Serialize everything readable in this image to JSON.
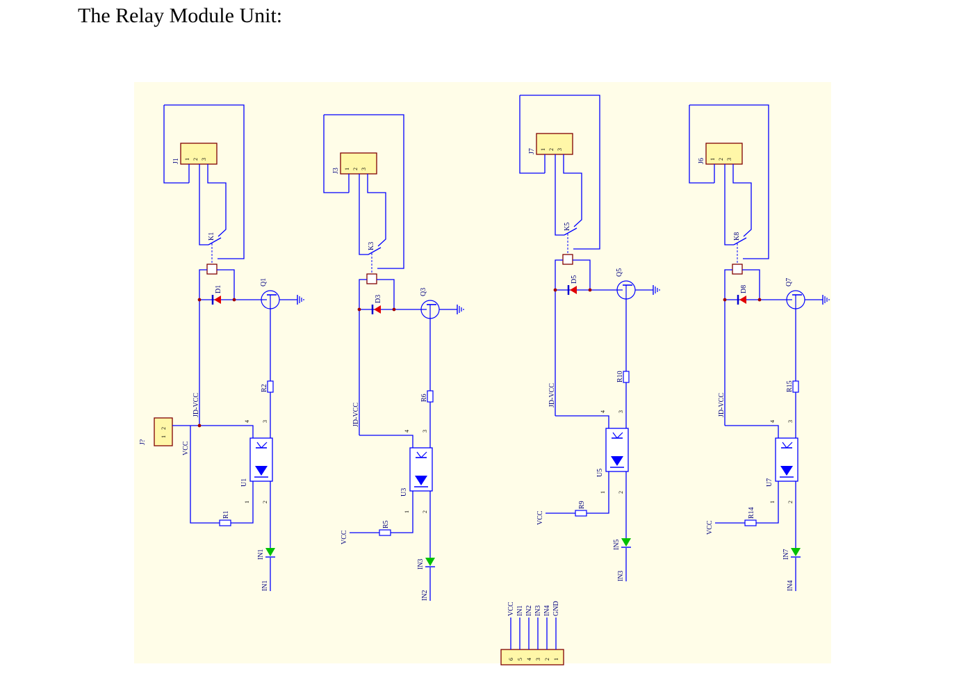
{
  "document": {
    "title": "The Relay Module Unit:"
  },
  "colors": {
    "background": "#ffffff",
    "panel": "#fffde8",
    "wire": "#0000ff",
    "connector_fill": "#fff7a8",
    "connector_border": "#7f0000",
    "junction": "#a00000",
    "diode_blue": "#0000d0",
    "diode_red": "#e00000",
    "led_green": "#00c000",
    "label": "#00007f"
  },
  "schematic": {
    "power_connector": {
      "ref": "J?",
      "pins": [
        "1",
        "2"
      ]
    },
    "channels": [
      {
        "connector": "J1",
        "connector_pins": [
          "1",
          "2",
          "3"
        ],
        "relay": "K1",
        "diode": "D1",
        "transistor": "Q1",
        "base_resistor": "R2",
        "optocoupler": "U1",
        "led_resistor": "R1",
        "indicator": "IN1",
        "input": "IN1",
        "supply_net": "JD-VCC",
        "led_supply": "VCC",
        "opto_pins": [
          "4",
          "3",
          "1",
          "2"
        ]
      },
      {
        "connector": "J3",
        "connector_pins": [
          "1",
          "2",
          "3"
        ],
        "relay": "K3",
        "diode": "D3",
        "transistor": "Q3",
        "base_resistor": "R6",
        "optocoupler": "U3",
        "led_resistor": "R5",
        "indicator": "IN3",
        "input": "IN2",
        "supply_net": "JD-VCC",
        "led_supply": "VCC",
        "opto_pins": [
          "4",
          "3",
          "1",
          "2"
        ]
      },
      {
        "connector": "J7",
        "connector_pins": [
          "1",
          "2",
          "3"
        ],
        "relay": "K5",
        "diode": "D5",
        "transistor": "Q5",
        "base_resistor": "R10",
        "optocoupler": "U5",
        "led_resistor": "R9",
        "indicator": "IN5",
        "input": "IN3",
        "supply_net": "JD-VCC",
        "led_supply": "VCC",
        "opto_pins": [
          "4",
          "3",
          "1",
          "2"
        ]
      },
      {
        "connector": "J6",
        "connector_pins": [
          "1",
          "2",
          "3"
        ],
        "relay": "K8",
        "diode": "D8",
        "transistor": "Q7",
        "base_resistor": "R15",
        "optocoupler": "U7",
        "led_resistor": "R14",
        "indicator": "IN7",
        "input": "IN4",
        "supply_net": "JD-VCC",
        "led_supply": "VCC",
        "opto_pins": [
          "4",
          "3",
          "1",
          "2"
        ]
      }
    ],
    "header": {
      "pin_numbers": [
        "6",
        "5",
        "4",
        "3",
        "2",
        "1"
      ],
      "signals": [
        "VCC",
        "IN1",
        "IN2",
        "IN3",
        "IN4",
        "GND"
      ]
    }
  }
}
